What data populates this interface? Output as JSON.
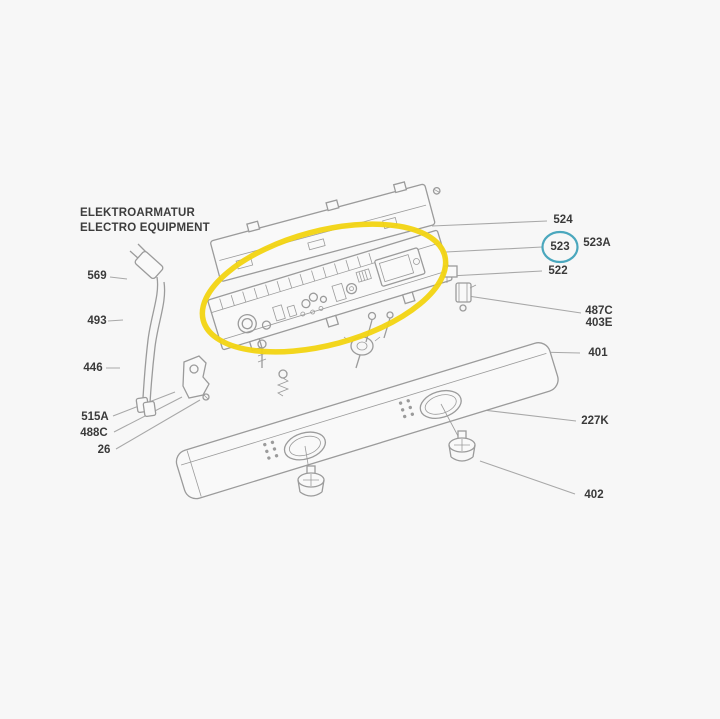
{
  "title": {
    "line1": "ELEKTROARMATUR",
    "line2": "ELECTRO EQUIPMENT"
  },
  "parts": {
    "p524": "524",
    "p523": "523",
    "p523A": "523A",
    "p522": "522",
    "p487C": "487C",
    "p403E": "403E",
    "p401": "401",
    "p227K": "227K",
    "p402": "402",
    "p569": "569",
    "p493": "493",
    "p446": "446",
    "p515A": "515A",
    "p488C": "488C",
    "p26": "26"
  },
  "annotations": {
    "selected_part": "523",
    "highlight_oval_color": "#f2d411",
    "selected_circle_color": "#4aa7bd"
  },
  "colors": {
    "background": "#f7f7f7",
    "artwork_stroke": "#9b9b9b",
    "leader_line": "#a8a8a8",
    "label_text": "#3a3a3a"
  }
}
